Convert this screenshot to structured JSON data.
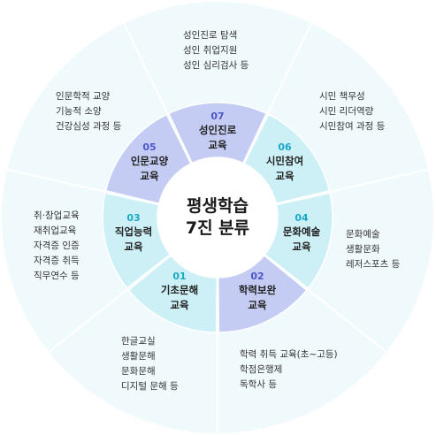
{
  "center": {
    "line1": "평생학습",
    "line2": "7진 분류"
  },
  "colors": {
    "blue_fill": "#c5ccf3",
    "blue_num": "#4b56c8",
    "cyan_fill": "#cdf0f7",
    "cyan_num": "#1aa8c4",
    "outer_fill": "#f0fafd",
    "outer_divider": "#ffffff",
    "center_fill": "#ffffff"
  },
  "segments": [
    {
      "num": "07",
      "line1": "성인진로",
      "line2": "교육",
      "tone": "blue",
      "details": [
        "성인진로 탐색",
        "성인 취업지원",
        "성인 심리검사 등"
      ]
    },
    {
      "num": "06",
      "line1": "시민참여",
      "line2": "교육",
      "tone": "cyan",
      "details": [
        "시민 책무성",
        "시민 리더역량",
        "시민참여 과정 등"
      ]
    },
    {
      "num": "04",
      "line1": "문화예술",
      "line2": "교육",
      "tone": "cyan",
      "details": [
        "문화예술",
        "생활문화",
        "레저스포츠 등"
      ]
    },
    {
      "num": "02",
      "line1": "학력보완",
      "line2": "교육",
      "tone": "blue",
      "details": [
        "학력 취득 교육(초~고등)",
        "학점은행제",
        "독학사 등"
      ]
    },
    {
      "num": "01",
      "line1": "기초문해",
      "line2": "교육",
      "tone": "cyan",
      "details": [
        "한글교실",
        "생활문해",
        "문화문해",
        "디지털 문해 등"
      ]
    },
    {
      "num": "03",
      "line1": "직업능력",
      "line2": "교육",
      "tone": "cyan",
      "details": [
        "취·창업교육",
        "재취업교육",
        "자격증 인증",
        "자격증 취득",
        "직무연수 등"
      ]
    }
  ],
  "segment_05": {
    "num": "05",
    "line1": "인문교양",
    "line2": "교육",
    "tone": "blue",
    "details": [
      "인문학적 교양",
      "기능적 소양",
      "건강심성 과정 등"
    ]
  }
}
